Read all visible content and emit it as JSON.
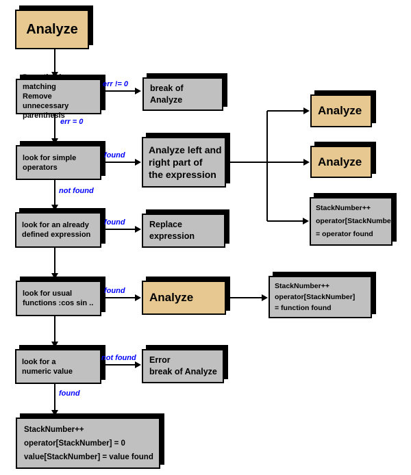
{
  "diagram": {
    "type": "flowchart",
    "subject": "Analyze expression parsing algorithm",
    "colors": {
      "accent_tan": "#e6c890",
      "box_gray": "#c0c0c0",
      "label_blue": "#0000ff",
      "line_black": "#000000",
      "background": "#ffffff"
    },
    "nodes": {
      "start_analyze": {
        "label": "Analyze"
      },
      "parenthesis": {
        "lines": [
          "Parenthesis matching",
          "Remove unnecessary",
          "parenthesis"
        ]
      },
      "break_analyze": {
        "lines": [
          "break of",
          "Analyze"
        ]
      },
      "simple_operators": {
        "lines": [
          "look for simple",
          "operators"
        ]
      },
      "analyze_left_right": {
        "lines": [
          "Analyze left and",
          "right part of",
          "the expression"
        ]
      },
      "analyze_right_1": {
        "label": "Analyze"
      },
      "analyze_right_2": {
        "label": "Analyze"
      },
      "stack_operator": {
        "lines": [
          "StackNumber++",
          "operator[StackNumber]",
          "= operator found"
        ]
      },
      "already_defined": {
        "lines": [
          "look for an already",
          "defined expression"
        ]
      },
      "replace_expression": {
        "label": "Replace expression"
      },
      "usual_functions": {
        "lines": [
          "look for usual",
          "functions :cos sin .."
        ]
      },
      "analyze_mid": {
        "label": "Analyze"
      },
      "stack_function": {
        "lines": [
          "StackNumber++",
          "operator[StackNumber]",
          "= function found"
        ]
      },
      "numeric_value": {
        "lines": [
          "look for a",
          "numeric value"
        ]
      },
      "error_break": {
        "lines": [
          "Error",
          "break of Analyze"
        ]
      },
      "stack_value": {
        "lines": [
          "StackNumber++",
          "operator[StackNumber] = 0",
          "value[StackNumber] = value found"
        ]
      }
    },
    "edge_labels": {
      "err_not_zero": "err != 0",
      "err_zero": "err = 0",
      "found_operators": "found",
      "not_found_operators": "not found",
      "found_expression": "found",
      "found_functions": "found",
      "not_found_numeric": "not found",
      "found_numeric": "found"
    }
  }
}
